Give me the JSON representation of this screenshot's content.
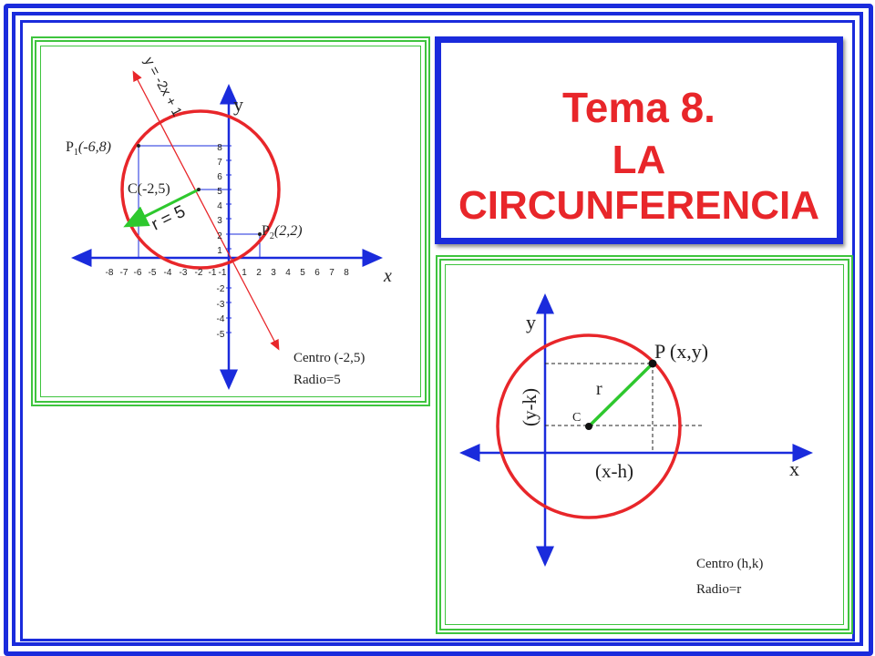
{
  "title": {
    "line1": "Tema 8.",
    "line2": "LA CIRCUNFERENCIA"
  },
  "left_diagram": {
    "axis_x_label": "x",
    "axis_y_label": "y",
    "x_ticks": [
      "-8",
      "-7",
      "-6",
      "-5",
      "-4",
      "-3",
      "-2",
      "-1",
      "-1",
      "1",
      "2",
      "3",
      "4",
      "5",
      "6",
      "7",
      "8"
    ],
    "y_ticks_pos": [
      "1",
      "2",
      "3",
      "4",
      "5",
      "6",
      "7",
      "8"
    ],
    "y_ticks_neg": [
      "-2",
      "-3",
      "-4",
      "-5"
    ],
    "line_label": "y = -2x + 1",
    "p1_label_main": "P",
    "p1_label_sub": "1",
    "p1_label_coords": "(-6,8)",
    "center_label": "C(-2,5)",
    "p2_label_main": "P",
    "p2_label_sub": "2",
    "p2_label_coords": "(2,2)",
    "radius_label": "r = 5",
    "caption_line1": "Centro (-2,5)",
    "caption_line2": "Radio=5"
  },
  "right_diagram": {
    "axis_x_label": "x",
    "axis_y_label": "y",
    "point_label": "P (x,y)",
    "center_label": "C",
    "radius_label": "r",
    "dx_label": "(x-h)",
    "dy_label": "(y-k)",
    "caption_line1": "Centro (h,k)",
    "caption_line2": "Radio=r"
  },
  "colors": {
    "frame_blue": "#1a2bdc",
    "panel_green": "#3ec43e",
    "circle_red": "#e8262a",
    "radius_green": "#2ec82e",
    "title_red": "#e8262a"
  }
}
